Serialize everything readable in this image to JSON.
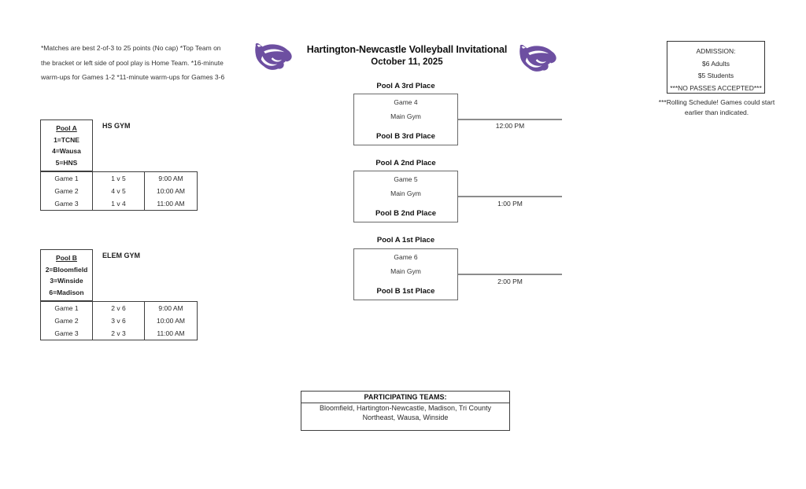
{
  "notes": {
    "text": "*Matches are best 2-of-3 to 25 points (No cap) *Top Team on the bracket or left side of pool play is Home Team. *16-minute warm-ups for Games 1-2 *11-minute warm-ups for Games 3-6"
  },
  "header": {
    "title": "Hartington-Newcastle Volleyball Invitational",
    "date": "October 11, 2025",
    "logo_color": "#6d4fa1",
    "logo_name": "wildcat-mascot-logo"
  },
  "admission": {
    "heading": "ADMISSION:",
    "lines": [
      "$6 Adults",
      "$5 Students",
      "***NO PASSES ACCEPTED***"
    ],
    "note": "***Rolling Schedule! Games could start earlier than indicated."
  },
  "pools": [
    {
      "name": "Pool A",
      "gym": "HS GYM",
      "teams": [
        "1=TCNE",
        "4=Wausa",
        "5=HNS"
      ],
      "games": [
        {
          "game": "Game 1",
          "matchup": "1 v 5",
          "time": "9:00 AM"
        },
        {
          "game": "Game 2",
          "matchup": "4 v 5",
          "time": "10:00 AM"
        },
        {
          "game": "Game 3",
          "matchup": "1 v 4",
          "time": "11:00 AM"
        }
      ]
    },
    {
      "name": "Pool B",
      "gym": "ELEM GYM",
      "teams": [
        "2=Bloomfield",
        "3=Winside",
        "6=Madison"
      ],
      "games": [
        {
          "game": "Game 1",
          "matchup": "2 v 6",
          "time": "9:00 AM"
        },
        {
          "game": "Game 2",
          "matchup": "3 v 6",
          "time": "10:00 AM"
        },
        {
          "game": "Game 3",
          "matchup": "2 v 3",
          "time": "11:00 AM"
        }
      ]
    }
  ],
  "bracket": [
    {
      "top": "Pool A 3rd Place",
      "game": "Game 4",
      "venue": "Main Gym",
      "bottom": "Pool B 3rd Place",
      "time": "12:00 PM"
    },
    {
      "top": "Pool A 2nd Place",
      "game": "Game 5",
      "venue": "Main Gym",
      "bottom": "Pool B 2nd Place",
      "time": "1:00 PM"
    },
    {
      "top": "Pool A 1st Place",
      "game": "Game 6",
      "venue": "Main Gym",
      "bottom": "Pool B 1st Place",
      "time": "2:00 PM"
    }
  ],
  "participating": {
    "heading": "PARTICIPATING TEAMS:",
    "teams": "Bloomfield, Hartington-Newcastle, Madison, Tri County Northeast, Wausa, Winside"
  }
}
